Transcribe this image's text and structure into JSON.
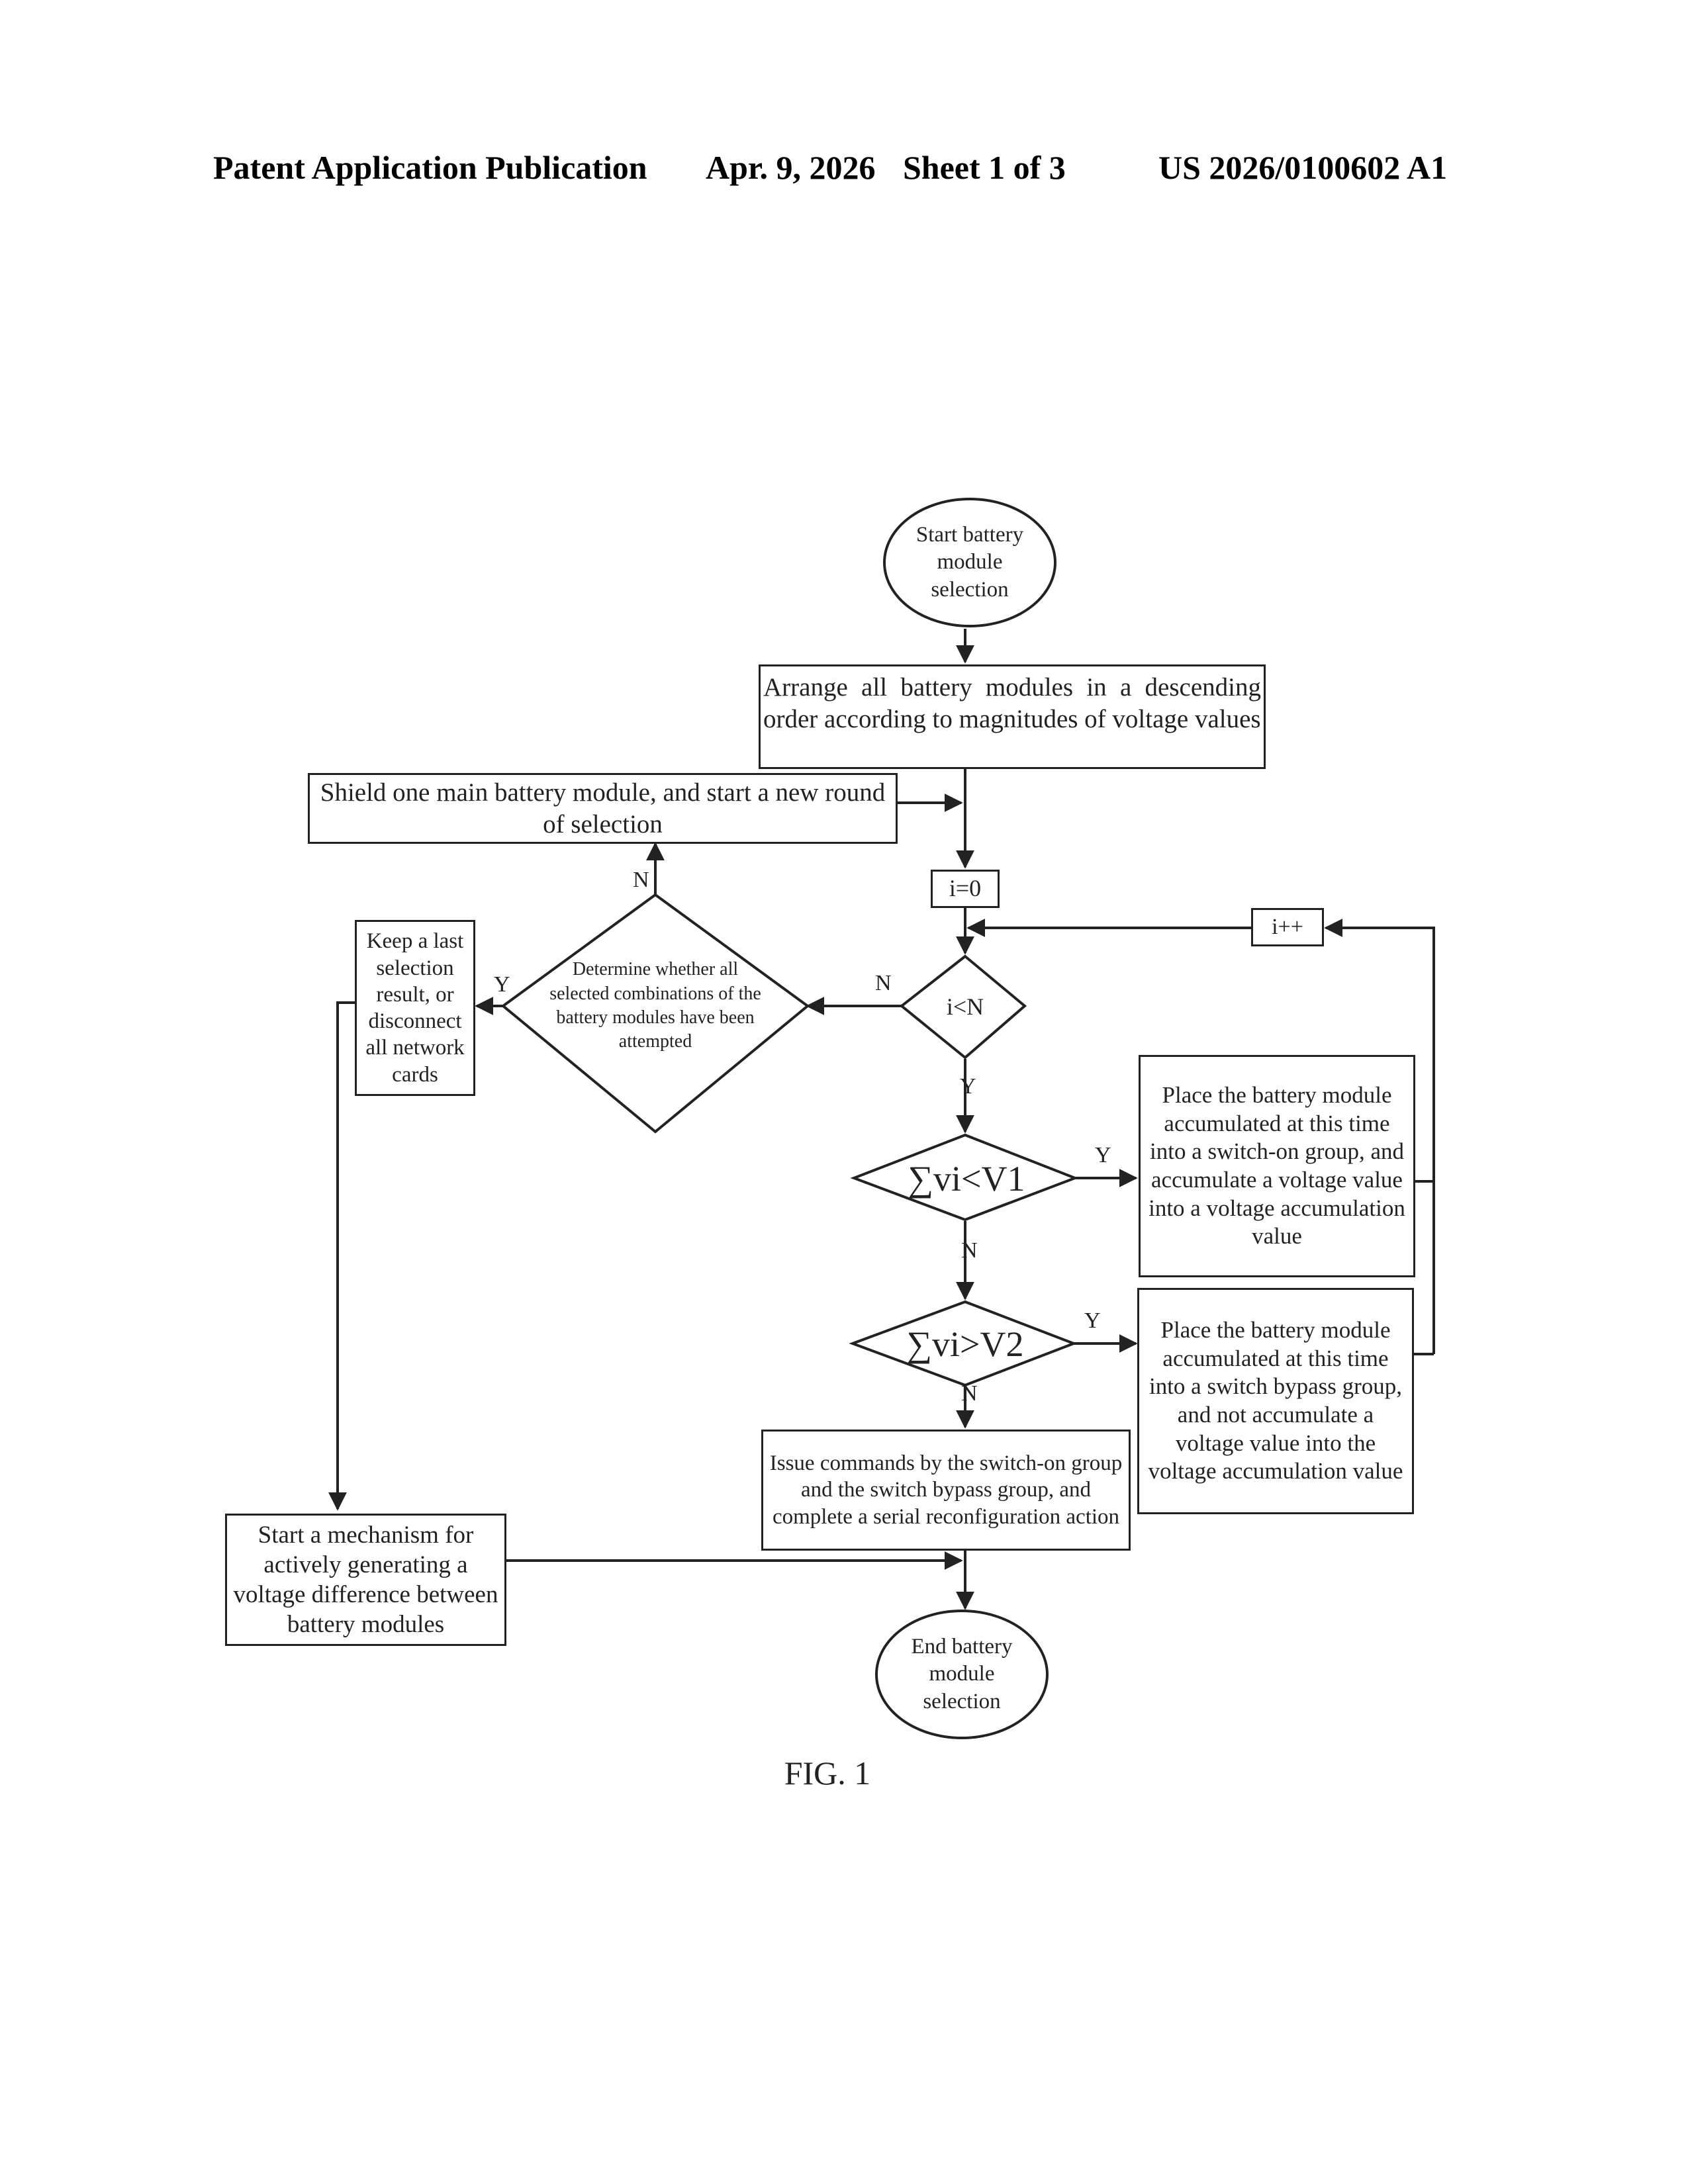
{
  "header": {
    "publication": "Patent Application Publication",
    "date": "Apr. 9, 2026",
    "sheet": "Sheet 1 of 3",
    "number": "US 2026/0100602 A1"
  },
  "flowchart": {
    "start": "Start battery module selection",
    "arrange": "Arrange all battery modules in a descending order according to magnitudes of voltage values",
    "shield": "Shield one main battery module, and start a new round of selection",
    "init": "i=0",
    "increment": "i++",
    "loop_check": "i<N",
    "determine": "Determine whether all selected combinations of the battery modules have been attempted",
    "keep": "Keep a last selection result, or disconnect all network cards",
    "sum_lt": "∑vi<V1",
    "sum_gt": "∑vi>V2",
    "place_on": "Place the battery module accumulated at this time into a switch-on group, and accumulate a voltage value into a voltage accumulation value",
    "place_bypass": "Place the battery module accumulated at this time into a switch bypass group, and not accumulate a voltage value into the voltage accumulation value",
    "issue": "Issue commands by the switch-on group and the switch bypass group, and complete a serial reconfiguration action",
    "mechanism": "Start a mechanism for actively generating a voltage difference between battery modules",
    "end": "End battery module selection",
    "labels": {
      "y": "Y",
      "n": "N"
    }
  },
  "figure_label": "FIG. 1"
}
